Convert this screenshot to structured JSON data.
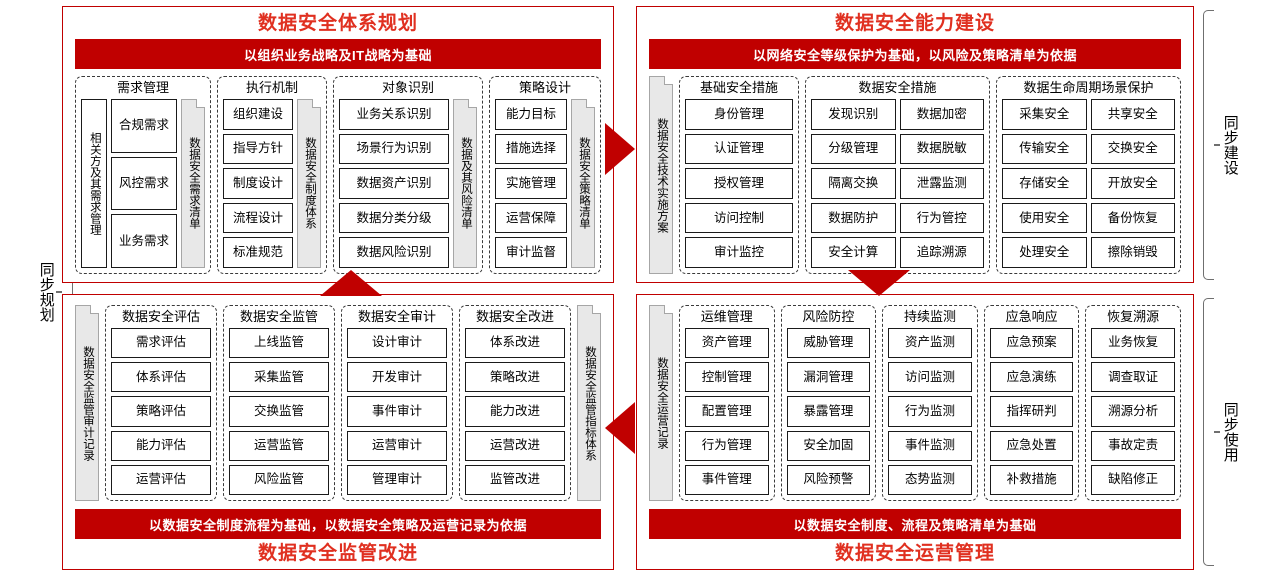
{
  "colors": {
    "accent_red": "#C00000",
    "title_red": "#E03020",
    "panel_gray": "#E8E8E8"
  },
  "braces": {
    "left": {
      "label": "同步规划"
    },
    "right_top": {
      "label": "同步建设"
    },
    "right_bottom": {
      "label": "同步使用"
    }
  },
  "arrows": {
    "top_right_arrow": "arrow-right",
    "right_down_arrow": "arrow-down",
    "bottom_left_arrow": "arrow-left",
    "left_up_arrow": "arrow-up"
  },
  "quadrants": {
    "planning": {
      "title": "数据安全体系规划",
      "banner": "以组织业务战略及IT战略为基础",
      "groups": [
        {
          "head": "需求管理",
          "vertical_cell": "相关方及其需求管理",
          "columns": [
            [
              "合规需求",
              "风控需求",
              "业务需求"
            ]
          ],
          "output": "数据安全需求清单"
        },
        {
          "head": "执行机制",
          "columns": [
            [
              "组织建设",
              "指导方针",
              "制度设计",
              "流程设计",
              "标准规范"
            ]
          ],
          "output": "数据安全制度体系"
        },
        {
          "head": "对象识别",
          "columns": [
            [
              "业务关系识别",
              "场景行为识别",
              "数据资产识别",
              "数据分类分级",
              "数据风险识别"
            ]
          ],
          "output": "数据及其风险清单"
        },
        {
          "head": "策略设计",
          "columns": [
            [
              "能力目标",
              "措施选择",
              "实施管理",
              "运营保障",
              "审计监督"
            ]
          ],
          "output": "数据安全策略清单"
        }
      ]
    },
    "capability": {
      "title": "数据安全能力建设",
      "banner": "以网络安全等级保护为基础，以风险及策略清单为依据",
      "side_panel": "数据安全技术实施方案",
      "groups": [
        {
          "head": "基础安全措施",
          "columns": [
            [
              "身份管理",
              "认证管理",
              "授权管理",
              "访问控制",
              "审计监控"
            ]
          ]
        },
        {
          "head": "数据安全措施",
          "columns": [
            [
              "发现识别",
              "分级管理",
              "隔离交换",
              "数据防护",
              "安全计算"
            ],
            [
              "数据加密",
              "数据脱敏",
              "泄露监测",
              "行为管控",
              "追踪溯源"
            ]
          ]
        },
        {
          "head": "数据生命周期场景保护",
          "columns": [
            [
              "采集安全",
              "传输安全",
              "存储安全",
              "使用安全",
              "处理安全"
            ],
            [
              "共享安全",
              "交换安全",
              "开放安全",
              "备份恢复",
              "擦除销毁"
            ]
          ]
        }
      ]
    },
    "supervision": {
      "title": "数据安全监管改进",
      "banner": "以数据安全制度流程为基础，以数据安全策略及运营记录为依据",
      "side_panel_left": "数据安全监管审计记录",
      "side_panel_right": "数据安全监管指标体系",
      "groups": [
        {
          "head": "数据安全评估",
          "columns": [
            [
              "需求评估",
              "体系评估",
              "策略评估",
              "能力评估",
              "运营评估"
            ]
          ]
        },
        {
          "head": "数据安全监管",
          "columns": [
            [
              "上线监管",
              "采集监管",
              "交换监管",
              "运营监管",
              "风险监管"
            ]
          ]
        },
        {
          "head": "数据安全审计",
          "columns": [
            [
              "设计审计",
              "开发审计",
              "事件审计",
              "运营审计",
              "管理审计"
            ]
          ]
        },
        {
          "head": "数据安全改进",
          "columns": [
            [
              "体系改进",
              "策略改进",
              "能力改进",
              "运营改进",
              "监管改进"
            ]
          ]
        }
      ]
    },
    "operation": {
      "title": "数据安全运营管理",
      "banner": "以数据安全制度、流程及策略清单为基础",
      "side_panel": "数据安全运营记录",
      "groups": [
        {
          "head": "运维管理",
          "columns": [
            [
              "资产管理",
              "控制管理",
              "配置管理",
              "行为管理",
              "事件管理"
            ]
          ]
        },
        {
          "head": "风险防控",
          "columns": [
            [
              "威胁管理",
              "漏洞管理",
              "暴露管理",
              "安全加固",
              "风险预警"
            ]
          ]
        },
        {
          "head": "持续监测",
          "columns": [
            [
              "资产监测",
              "访问监测",
              "行为监测",
              "事件监测",
              "态势监测"
            ]
          ]
        },
        {
          "head": "应急响应",
          "columns": [
            [
              "应急预案",
              "应急演练",
              "指挥研判",
              "应急处置",
              "补救措施"
            ]
          ]
        },
        {
          "head": "恢复溯源",
          "columns": [
            [
              "业务恢复",
              "调查取证",
              "溯源分析",
              "事故定责",
              "缺陷修正"
            ]
          ]
        }
      ]
    }
  }
}
